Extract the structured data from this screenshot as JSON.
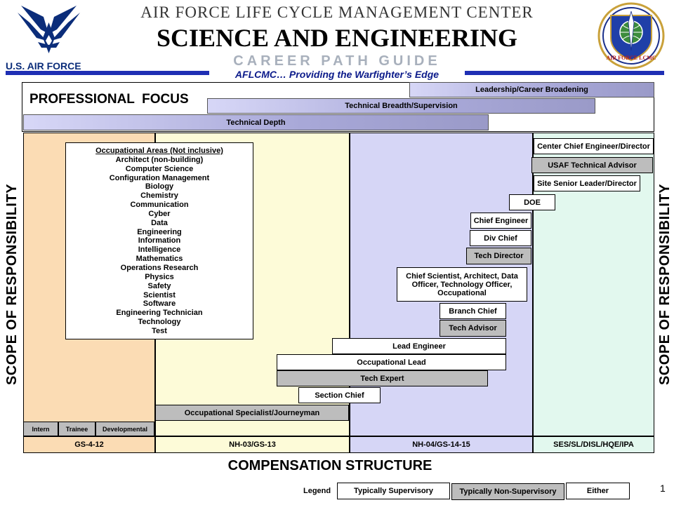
{
  "header": {
    "org_title": "AIR FORCE  LIFE CYCLE MANAGEMENT CENTER",
    "main_title": "SCIENCE AND ENGINEERING",
    "sub_title": "CAREER PATH GUIDE",
    "tagline": "AFLCMC… Providing the Warfighter’s Edge",
    "left_logo_text": "U.S. AIR FORCE",
    "right_seal_text": "AIR FORCE LCMC",
    "accent_color": "#1f2fb4"
  },
  "focus": {
    "label": "PROFESSIONAL  FOCUS",
    "bars": [
      "Leadership/Career Broadening",
      "Technical Breadth/Supervision",
      "Technical Depth"
    ]
  },
  "side_label": "SCOPE OF RESPONSIBILITY",
  "occupational": {
    "heading": "Occupational Areas (Not inclusive)",
    "items": [
      "Architect (non-building)",
      "Computer Science",
      "Configuration Management",
      "Biology",
      "Chemistry",
      "Communication",
      "Cyber",
      "Data",
      "Engineering",
      "Information",
      "Intelligence",
      "Mathematics",
      "Operations Research",
      "Physics",
      "Safety",
      "Scientist",
      "Software",
      "Engineering Technician",
      "Technology",
      "Test"
    ]
  },
  "positions": {
    "center_chief": "Center Chief Engineer/Director",
    "usaf_advisor": "USAF Technical Advisor",
    "site_senior": "Site Senior Leader/Director",
    "doe": "DOE",
    "chief_engineer": "Chief Engineer",
    "div_chief": "Div Chief",
    "tech_director": "Tech Director",
    "chief_scientist": "Chief Scientist, Architect, Data Officer, Technology Officer, Occupational",
    "branch_chief": "Branch Chief",
    "tech_advisor": "Tech Advisor",
    "lead_engineer": "Lead Engineer",
    "occupational_lead": "Occupational Lead",
    "tech_expert": "Tech Expert",
    "section_chief": "Section Chief",
    "journeyman": "Occupational Specialist/Journeyman",
    "intern": "Intern",
    "trainee": "Trainee",
    "developmental": "Developmental"
  },
  "bands": [
    "GS-4-12",
    "NH-03/GS-13",
    "NH-04/GS-14-15",
    "SES/SL/DISL/HQE/IPA"
  ],
  "band_colors": [
    "#fbdcb4",
    "#fdfbd8",
    "#d6d6f6",
    "#e2f8ee"
  ],
  "compensation_label": "COMPENSATION STRUCTURE",
  "legend": {
    "label": "Legend",
    "supervisory": "Typically Supervisory",
    "non_supervisory": "Typically Non-Supervisory",
    "either": "Either"
  },
  "page_number": "1"
}
